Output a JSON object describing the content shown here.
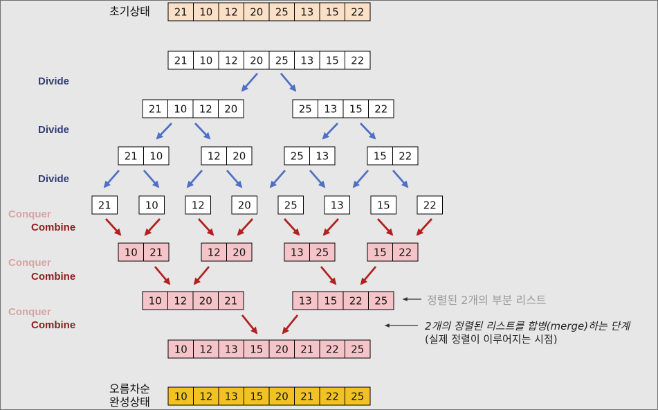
{
  "labels": {
    "initial": "초기상태",
    "final_line1": "오름차순",
    "final_line2": "완성상태",
    "divide": "Divide",
    "conquer": "Conquer",
    "combine": "Combine"
  },
  "notes": {
    "sublists": "정렬된 2개의 부분 리스트",
    "merge_line1": "2개의 정렬된 리스트를 합병(merge)하는 단계",
    "merge_line2": "(실제 정렬이 이루어지는 시점)"
  },
  "colors": {
    "initial_fill": "#fbe0c8",
    "merged_fill": "#f4c4c8",
    "final_fill": "#f2c224",
    "plain_fill": "#ffffff",
    "divide_arrow": "#4f70c4",
    "combine_arrow": "#b32020",
    "divide_text": "#2f3d78",
    "conquer_text": "#d9a3a3",
    "combine_text": "#8b1e1e"
  },
  "arrays": {
    "initial": [
      21,
      10,
      12,
      20,
      25,
      13,
      15,
      22
    ],
    "divide_level0": [
      [
        21,
        10,
        12,
        20,
        25,
        13,
        15,
        22
      ]
    ],
    "divide_level1": [
      [
        21,
        10,
        12,
        20
      ],
      [
        25,
        13,
        15,
        22
      ]
    ],
    "divide_level2": [
      [
        21,
        10
      ],
      [
        12,
        20
      ],
      [
        25,
        13
      ],
      [
        15,
        22
      ]
    ],
    "divide_level3": [
      [
        21
      ],
      [
        10
      ],
      [
        12
      ],
      [
        20
      ],
      [
        25
      ],
      [
        13
      ],
      [
        15
      ],
      [
        22
      ]
    ],
    "merge_level1": [
      [
        10,
        21
      ],
      [
        12,
        20
      ],
      [
        13,
        25
      ],
      [
        15,
        22
      ]
    ],
    "merge_level2": [
      [
        10,
        12,
        20,
        21
      ],
      [
        13,
        15,
        22,
        25
      ]
    ],
    "merge_level3": [
      [
        10,
        12,
        13,
        15,
        20,
        21,
        22,
        25
      ]
    ],
    "final": [
      10,
      12,
      13,
      15,
      20,
      21,
      22,
      25
    ]
  }
}
